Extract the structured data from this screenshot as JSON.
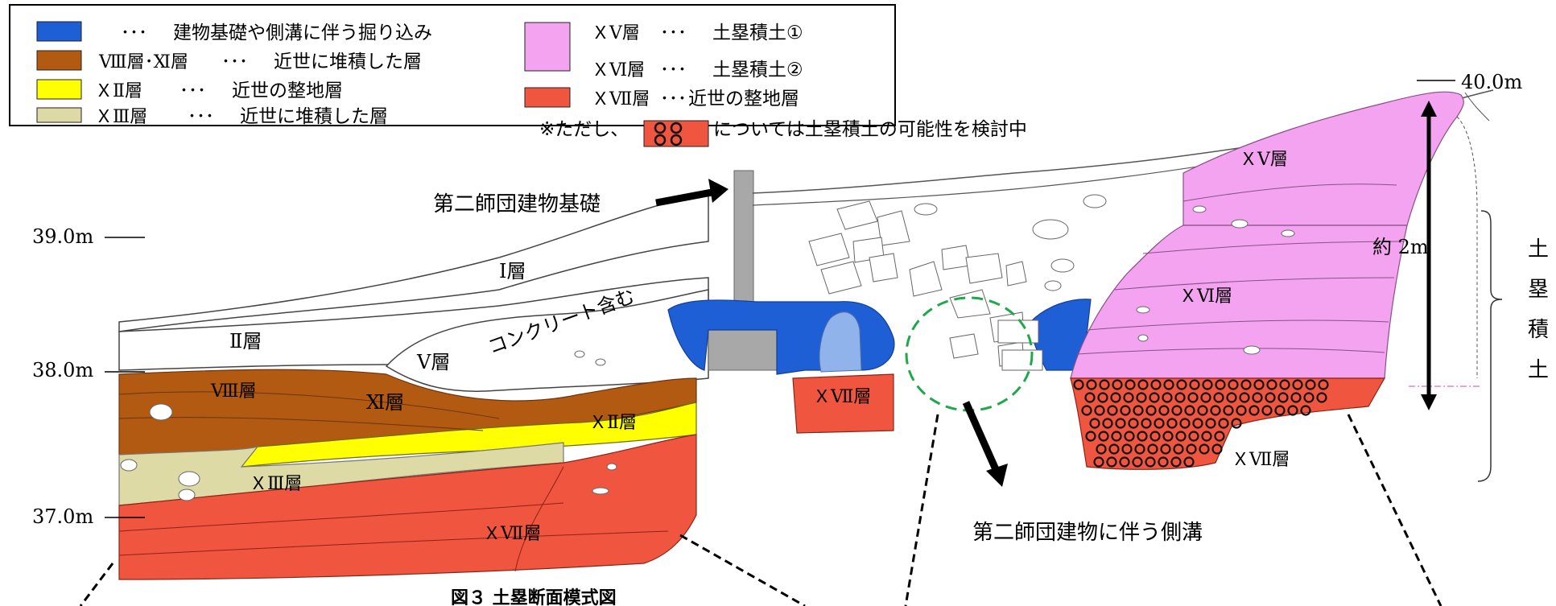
{
  "colors": {
    "excavation": "#1f5fd6",
    "layer8_11": "#b35a12",
    "layer12": "#ffff00",
    "layer13": "#dedaa6",
    "layer15": "#f4a3f0",
    "layer16": "#f4a3f0",
    "layer17": "#f0553f",
    "pale_blue": "#8fb3ea",
    "concrete": "#a8a8a8",
    "ditch_circle": "#1fa84a",
    "marker_line": "#e040b0"
  },
  "legend": {
    "items": [
      {
        "label": "",
        "dots": "･･･",
        "desc": "建物基礎や側溝に伴う掘り込み"
      },
      {
        "label": "Ⅷ層･Ⅺ層",
        "dots": "･･･",
        "desc": "近世に堆積した層"
      },
      {
        "label": "ＸⅡ層",
        "dots": "･･･",
        "desc": "近世の整地層"
      },
      {
        "label": "ＸⅢ層",
        "dots": "･･･",
        "desc": "近世に堆積した層"
      },
      {
        "label": "ＸⅤ層",
        "dots": "･･･",
        "desc": "土塁積土①"
      },
      {
        "label": "ＸⅥ層",
        "dots": "･･･",
        "desc": "土塁積土②"
      },
      {
        "label": "ＸⅦ層",
        "dots": "･･･",
        "desc": "近世の整地層"
      }
    ],
    "note_prefix": "※ただし、",
    "note_suffix": "については土塁積土の可能性を検討中"
  },
  "elevations": {
    "e40": "40.0m",
    "e39": "39.0m",
    "e38": "38.0m",
    "e37": "37.0m"
  },
  "labels": {
    "layer1": "Ⅰ層",
    "layer2": "Ⅱ層",
    "layer5": "Ⅴ層",
    "concrete_note": "コンクリート含む",
    "layer8": "Ⅷ層",
    "layer11": "Ⅺ層",
    "layer12": "ＸⅡ層",
    "layer13": "ＸⅢ層",
    "layer17_left": "ＸⅦ層",
    "layer17_mid": "ＸⅦ層",
    "layer17_right": "ＸⅦ層",
    "layer15": "ＸⅤ層",
    "layer16": "ＸⅥ層",
    "foundation": "第二師団建物基礎",
    "ditch": "第二師団建物に伴う側溝",
    "height": "約 2m",
    "mound_1": "土",
    "mound_2": "塁",
    "mound_3": "積",
    "mound_4": "土"
  },
  "caption": "図３ 土塁断面模式図"
}
